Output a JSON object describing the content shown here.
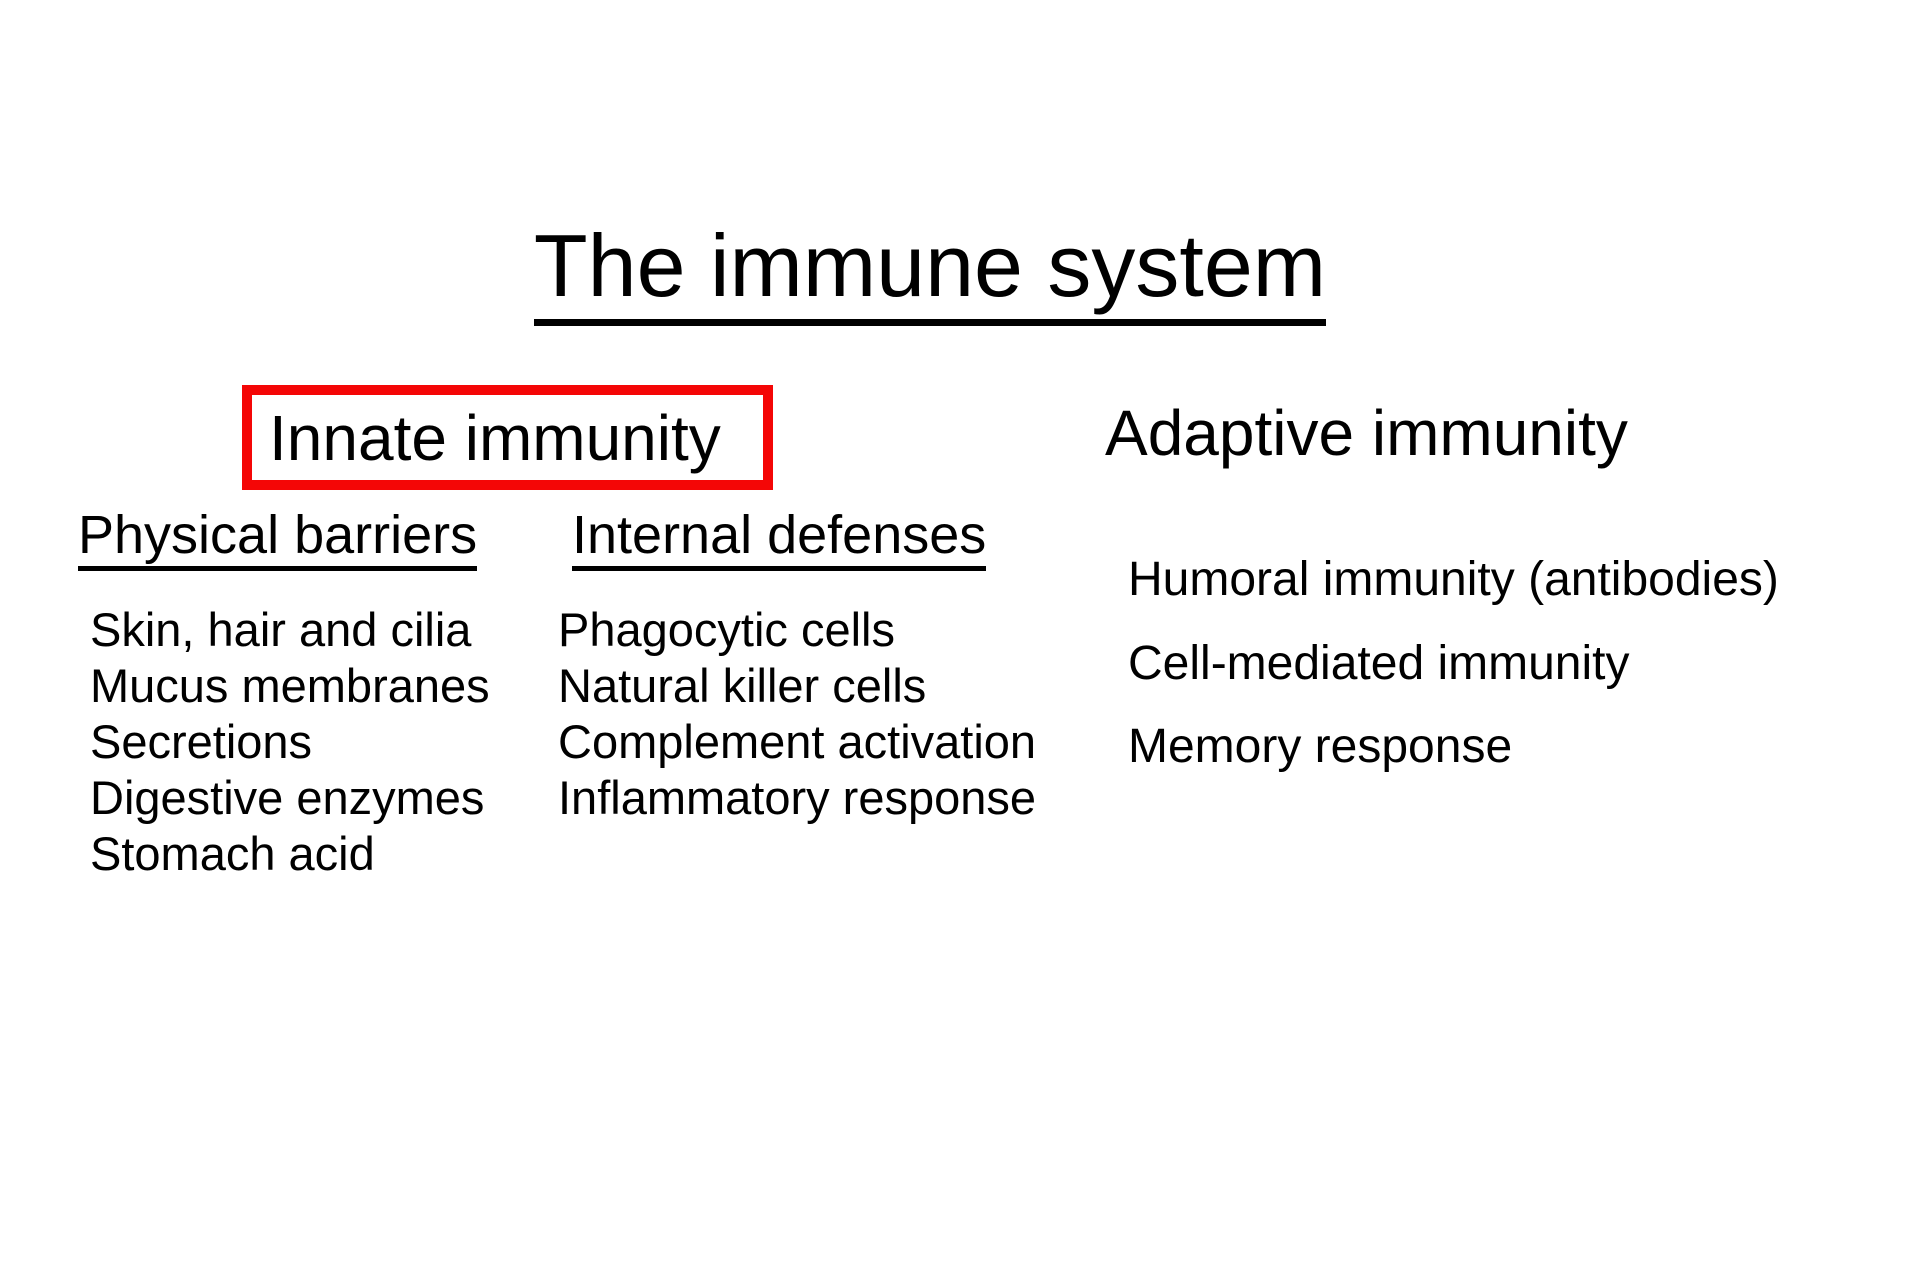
{
  "slide": {
    "title": "The immune system",
    "innate": {
      "heading": "Innate immunity",
      "columns": [
        {
          "heading": "Physical barriers",
          "items": [
            "Skin, hair and cilia",
            "Mucus membranes",
            "Secretions",
            "Digestive enzymes",
            "Stomach acid"
          ]
        },
        {
          "heading": "Internal defenses",
          "items": [
            "Phagocytic cells",
            "Natural killer cells",
            "Complement activation",
            "Inflammatory response"
          ]
        }
      ]
    },
    "adaptive": {
      "heading": "Adaptive immunity",
      "items": [
        "Humoral immunity (antibodies)",
        "Cell-mediated immunity",
        "Memory response"
      ]
    }
  },
  "colors": {
    "background": "#ffffff",
    "text": "#000000",
    "highlight_box_red": "#f40606"
  }
}
